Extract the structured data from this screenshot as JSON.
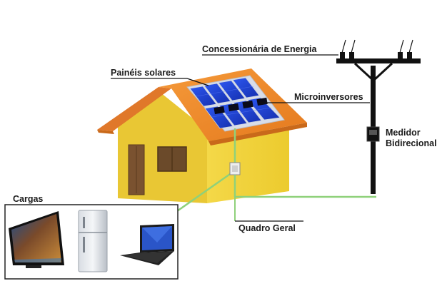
{
  "labels": {
    "utility": "Concessionária de Energia",
    "solar_panels": "Painéis solares",
    "microinverters": "Microinversores",
    "meter_line1": "Medidor",
    "meter_line2": "Bidirecional",
    "loads": "Cargas",
    "main_panel": "Quadro Geral"
  },
  "colors": {
    "wall": "#f2d23c",
    "wall_shade": "#e2bf2a",
    "roof": "#f08a2c",
    "roof_dark": "#c9691a",
    "panel": "#1f3fd6",
    "panel_frame": "#d8dde8",
    "wiring": "#8fd17a",
    "pole": "#111111"
  },
  "icons": [
    "tv-icon",
    "refrigerator-icon",
    "laptop-icon"
  ]
}
